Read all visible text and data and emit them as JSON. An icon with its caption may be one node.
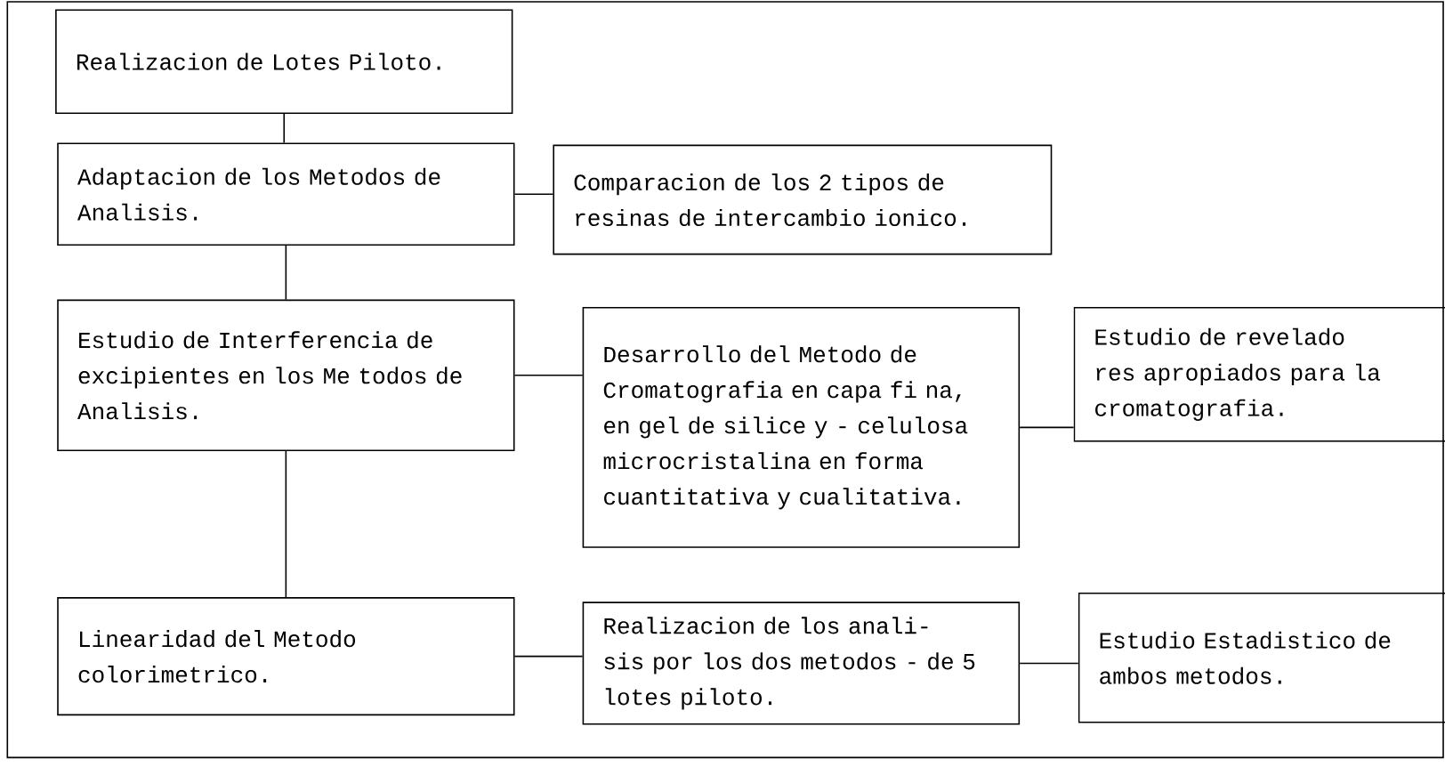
{
  "diagram": {
    "nodes": [
      {
        "text": [
          "Realizacion de Lotes Piloto."
        ]
      },
      {
        "text": [
          "Adaptacion de los Metodos de Analisis."
        ]
      },
      {
        "text": [
          "Comparacion de los 2 tipos de resinas de intercambio ionico."
        ]
      },
      {
        "text": [
          "Estudio de Interferencia de excipientes en los Me todos de Analisis."
        ]
      },
      {
        "text": [
          "Desarrollo del Metodo de Cromatografia en capa fi na, en gel de silice y - celulosa microcristalina en forma cuantitativa y cualitativa."
        ]
      },
      {
        "text": [
          "Estudio de revelado res apropiados para la cromatografia."
        ]
      },
      {
        "text": [
          "Linearidad del Metodo colorimetrico."
        ]
      },
      {
        "text": [
          "Realizacion de los anali- sis por los dos metodos - de 5 lotes piloto."
        ]
      },
      {
        "text": [
          "Estudio Estadistico de ambos metodos."
        ]
      }
    ],
    "edges": [
      {
        "from": 0,
        "to": 1,
        "arrow": "none"
      },
      {
        "from": 1,
        "to": 2,
        "arrow": "none"
      },
      {
        "from": 1,
        "to": 3,
        "arrow": "none"
      },
      {
        "from": 3,
        "to": 4,
        "arrow": "none"
      },
      {
        "from": 4,
        "to": 5,
        "arrow": "none"
      },
      {
        "from": 3,
        "to": 6,
        "arrow": "none"
      },
      {
        "from": 6,
        "to": 7,
        "arrow": "none"
      },
      {
        "from": 7,
        "to": 8,
        "arrow": "none"
      }
    ]
  }
}
